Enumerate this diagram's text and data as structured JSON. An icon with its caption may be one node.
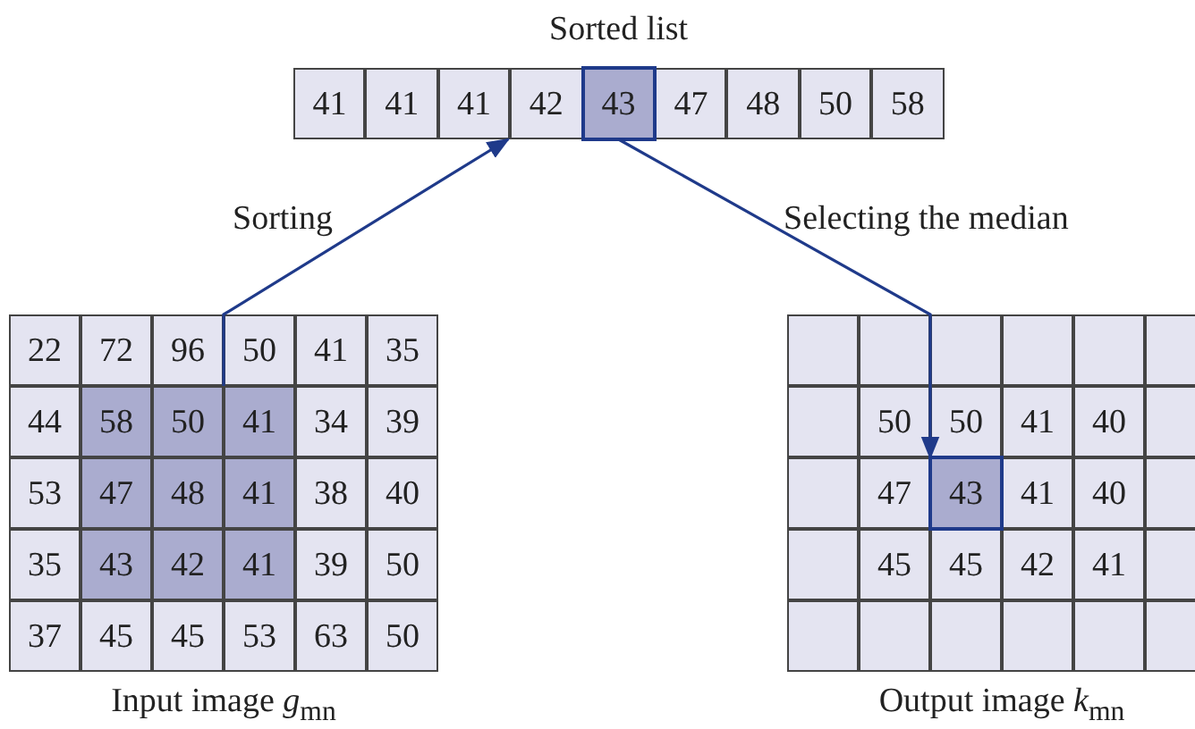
{
  "diagram": {
    "nodes": [
      {
        "text": [
          "Sorted list"
        ]
      },
      {
        "text": [
          "41"
        ],
        "in": 0
      },
      {
        "text": [
          "41"
        ],
        "in": 0
      },
      {
        "text": [
          "41"
        ],
        "in": 0
      },
      {
        "text": [
          "42"
        ],
        "in": 0
      },
      {
        "text": [
          "43"
        ],
        "in": 0
      },
      {
        "text": [
          "47"
        ],
        "in": 0
      },
      {
        "text": [
          "48"
        ],
        "in": 0
      },
      {
        "text": [
          "50"
        ],
        "in": 0
      },
      {
        "text": [
          "58"
        ],
        "in": 0
      },
      {
        "text": [
          "Input image *g*$_{mn}$"
        ]
      },
      {
        "text": [],
        "shape": "box",
        "in": 10
      },
      {
        "text": [
          "22"
        ],
        "in": 10
      },
      {
        "text": [
          "72"
        ],
        "in": 10
      },
      {
        "text": [
          "96"
        ],
        "in": 10
      },
      {
        "text": [
          "50"
        ],
        "in": 10
      },
      {
        "text": [
          "41"
        ],
        "in": 10
      },
      {
        "text": [
          "35"
        ],
        "in": 10
      },
      {
        "text": [
          "44"
        ],
        "in": 10
      },
      {
        "text": [
          "58"
        ],
        "in": 11
      },
      {
        "text": [
          "50"
        ],
        "in": 11
      },
      {
        "text": [
          "41"
        ],
        "in": 11
      },
      {
        "text": [
          "34"
        ],
        "in": 10
      },
      {
        "text": [
          "39"
        ],
        "in": 10
      },
      {
        "text": [
          "53"
        ],
        "in": 10
      },
      {
        "text": [
          "47"
        ],
        "in": 11
      },
      {
        "text": [
          "48"
        ],
        "in": 11
      },
      {
        "text": [
          "41"
        ],
        "in": 11
      },
      {
        "text": [
          "38"
        ],
        "in": 10
      },
      {
        "text": [
          "40"
        ],
        "in": 10
      },
      {
        "text": [
          "35"
        ],
        "in": 10
      },
      {
        "text": [
          "43"
        ],
        "in": 11
      },
      {
        "text": [
          "42"
        ],
        "in": 11
      },
      {
        "text": [
          "41"
        ],
        "in": 11
      },
      {
        "text": [
          "39"
        ],
        "in": 10
      },
      {
        "text": [
          "50"
        ],
        "in": 10
      },
      {
        "text": [
          "37"
        ],
        "in": 10
      },
      {
        "text": [
          "45"
        ],
        "in": 10
      },
      {
        "text": [
          "45"
        ],
        "in": 10
      },
      {
        "text": [
          "53"
        ],
        "in": 10
      },
      {
        "text": [
          "63"
        ],
        "in": 10
      },
      {
        "text": [
          "50"
        ],
        "in": 10
      },
      {
        "text": [
          "Output image *k*$_{mn}$"
        ]
      },
      {
        "text": [],
        "shape": "box",
        "in": 42
      },
      {
        "text": [],
        "shape": "box",
        "in": 42
      },
      {
        "text": [],
        "shape": "box",
        "in": 42
      },
      {
        "text": [],
        "shape": "box",
        "in": 42
      },
      {
        "text": [],
        "shape": "box",
        "in": 42
      },
      {
        "text": [],
        "shape": "box",
        "in": 42
      },
      {
        "text": [],
        "shape": "box",
        "in": 42
      },
      {
        "text": [
          "50"
        ],
        "in": 42
      },
      {
        "text": [
          "50"
        ],
        "in": 42
      },
      {
        "text": [
          "41"
        ],
        "in": 42
      },
      {
        "text": [
          "40"
        ],
        "in": 42
      },
      {
        "text": [],
        "shape": "box",
        "in": 42
      },
      {
        "text": [],
        "shape": "box",
        "in": 42
      },
      {
        "text": [
          "47"
        ],
        "in": 42
      },
      {
        "text": [
          "43"
        ],
        "in": 42
      },
      {
        "text": [
          "41"
        ],
        "in": 42
      },
      {
        "text": [
          "40"
        ],
        "in": 42
      },
      {
        "text": [],
        "shape": "box",
        "in": 42
      },
      {
        "text": [],
        "shape": "box",
        "in": 42
      },
      {
        "text": [
          "45"
        ],
        "in": 42
      },
      {
        "text": [
          "45"
        ],
        "in": 42
      },
      {
        "text": [
          "42"
        ],
        "in": 42
      },
      {
        "text": [
          "41"
        ],
        "in": 42
      },
      {
        "text": [],
        "shape": "box",
        "in": 42
      },
      {
        "text": [],
        "shape": "box",
        "in": 42
      },
      {
        "text": [],
        "shape": "box",
        "in": 42
      },
      {
        "text": [],
        "shape": "box",
        "in": 42
      },
      {
        "text": [],
        "shape": "box",
        "in": 42
      },
      {
        "text": [],
        "shape": "box",
        "in": 42
      },
      {
        "text": [],
        "shape": "box",
        "in": 42
      }
    ],
    "edges": [
      {
        "from": 11,
        "to": 0,
        "arrow": "to",
        "label": "Sorting"
      },
      {
        "from": 5,
        "to": 57,
        "arrow": "to",
        "label": "Selecting the median"
      }
    ]
  }
}
